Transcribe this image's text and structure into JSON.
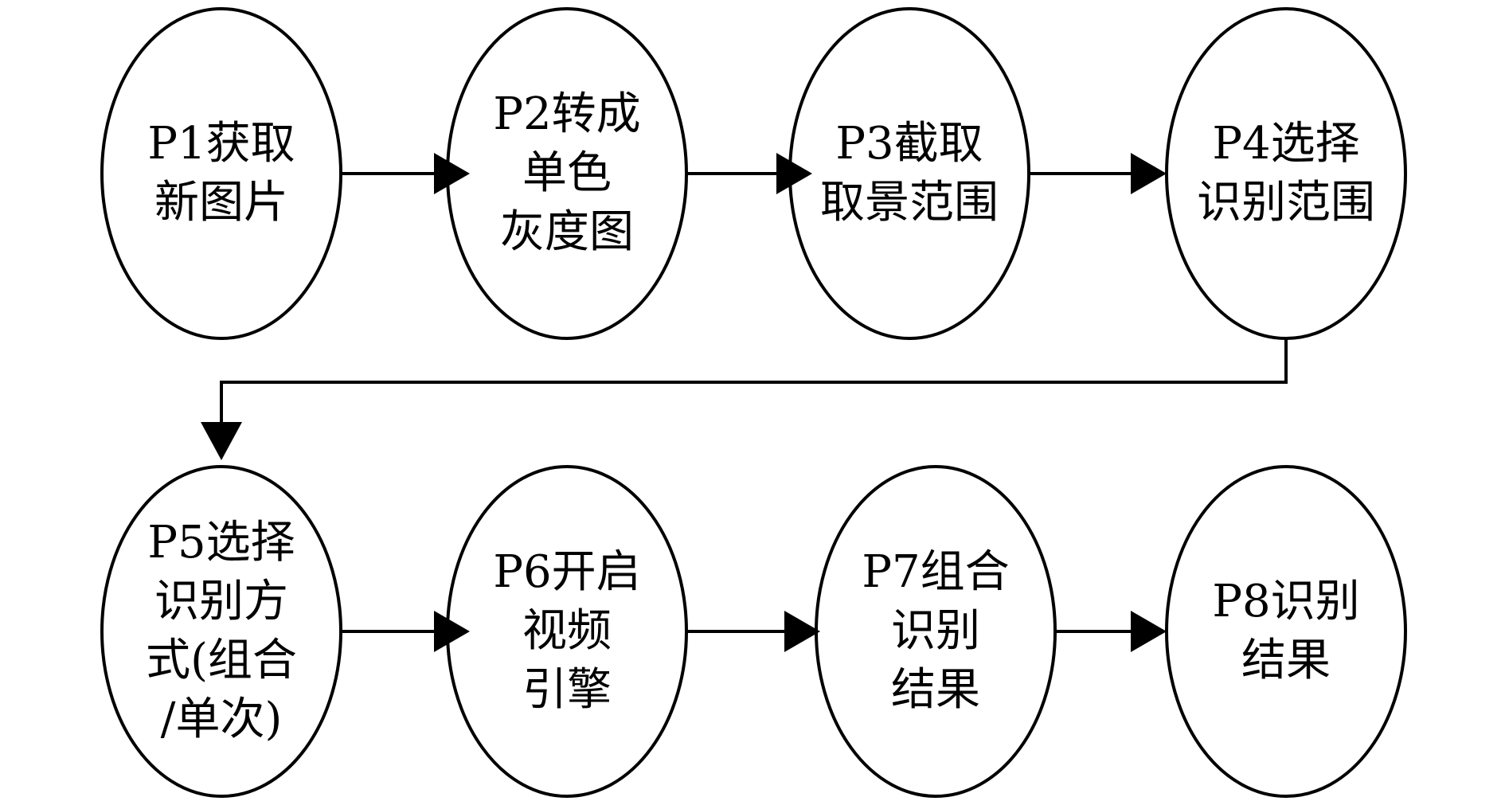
{
  "diagram": {
    "nodes": [
      {
        "id": "p1",
        "lines": [
          "P1获取",
          "新图片"
        ]
      },
      {
        "id": "p2",
        "lines": [
          "P2转成",
          "单色",
          "灰度图"
        ]
      },
      {
        "id": "p3",
        "lines": [
          "P3截取",
          "取景范围"
        ]
      },
      {
        "id": "p4",
        "lines": [
          "P4选择",
          "识别范围"
        ]
      },
      {
        "id": "p5",
        "lines": [
          "P5选择",
          "识别方",
          "式(组合",
          "/单次)"
        ]
      },
      {
        "id": "p6",
        "lines": [
          "P6开启",
          "视频",
          "引擎"
        ]
      },
      {
        "id": "p7",
        "lines": [
          "P7组合",
          "识别",
          "结果"
        ]
      },
      {
        "id": "p8",
        "lines": [
          "P8识别",
          "结果"
        ]
      }
    ],
    "edges": [
      {
        "from": "p1",
        "to": "p2"
      },
      {
        "from": "p2",
        "to": "p3"
      },
      {
        "from": "p3",
        "to": "p4"
      },
      {
        "from": "p4",
        "to": "p5"
      },
      {
        "from": "p5",
        "to": "p6"
      },
      {
        "from": "p6",
        "to": "p7"
      },
      {
        "from": "p7",
        "to": "p8"
      }
    ]
  }
}
